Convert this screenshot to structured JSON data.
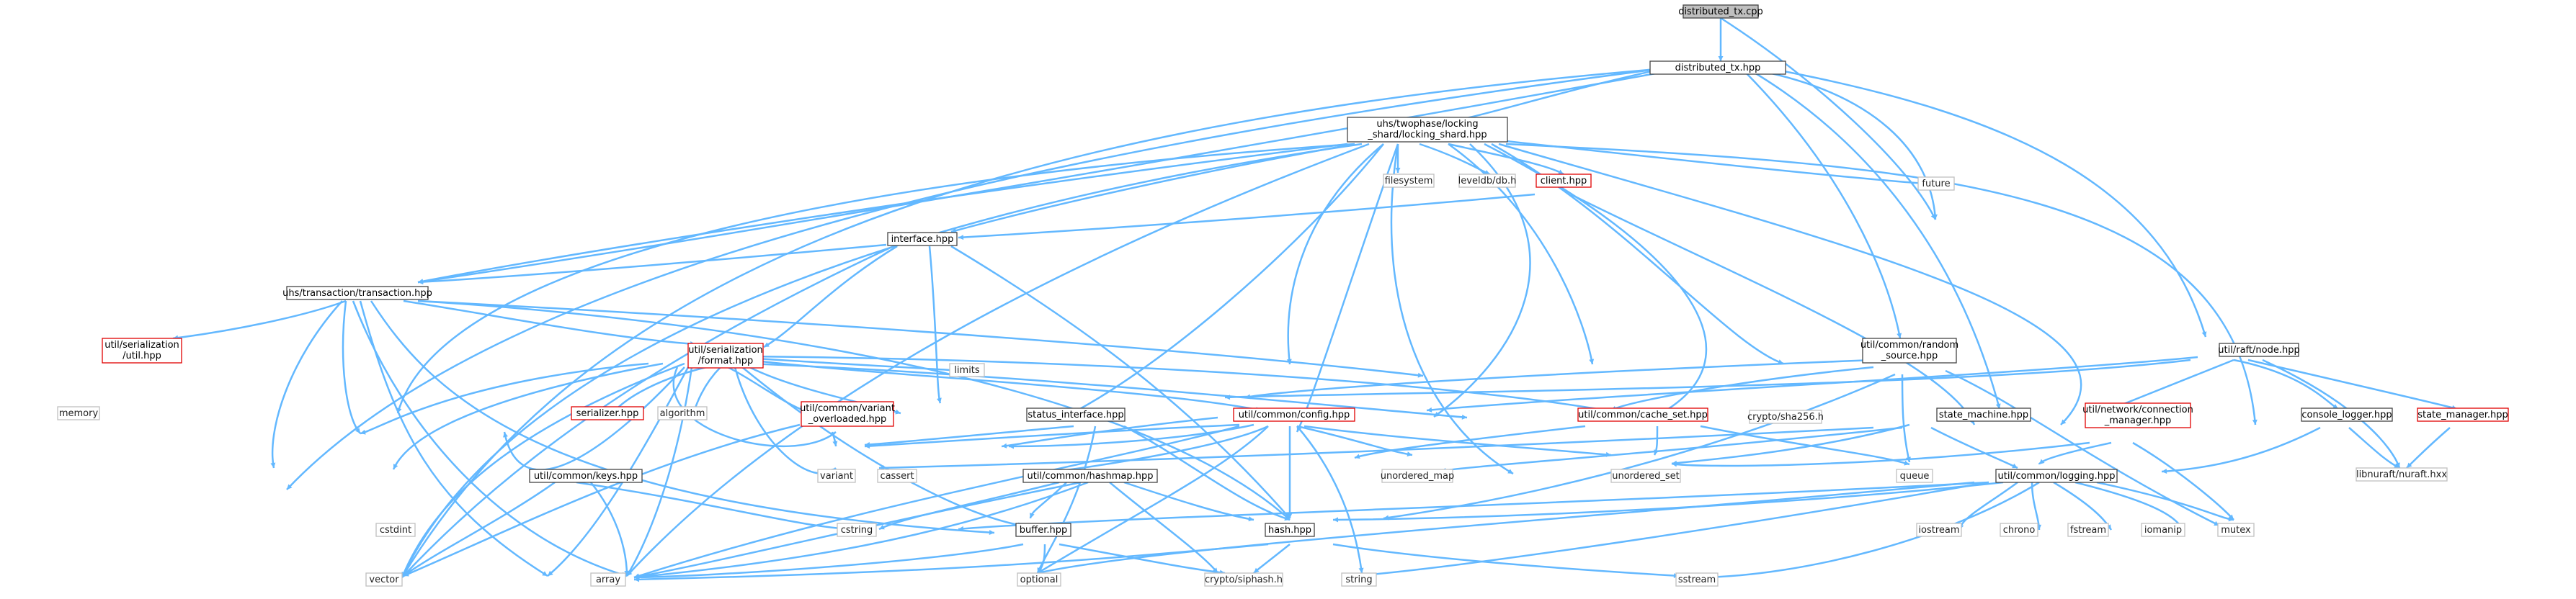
{
  "diagram": {
    "type": "include-dependency-graph",
    "colors": {
      "edge": "#63b8ff",
      "root_fill": "#bfbfbf",
      "local_border": "#444444",
      "documented_missing_border": "#e00000",
      "system_border": "#bfbfbf"
    },
    "nodes": {
      "distributed_tx_cpp": "distributed_tx.cpp",
      "distributed_tx_hpp": "distributed_tx.hpp",
      "locking_shard_1": "uhs/twophase/locking",
      "locking_shard_2": "_shard/locking_shard.hpp",
      "filesystem": "filesystem",
      "leveldb": "leveldb/db.h",
      "client_hpp": "client.hpp",
      "future": "future",
      "interface_hpp": "interface.hpp",
      "transaction_hpp": "uhs/transaction/transaction.hpp",
      "ser_util_1": "util/serialization",
      "ser_util_2": "/util.hpp",
      "memory": "memory",
      "ser_format_1": "util/serialization",
      "ser_format_2": "/format.hpp",
      "serializer_hpp": "serializer.hpp",
      "algorithm": "algorithm",
      "variant_overloaded_1": "util/common/variant",
      "variant_overloaded_2": "_overloaded.hpp",
      "limits": "limits",
      "status_interface_hpp": "status_interface.hpp",
      "config_hpp": "util/common/config.hpp",
      "random_source_1": "util/common/random",
      "random_source_2": "_source.hpp",
      "cache_set_hpp": "util/common/cache_set.hpp",
      "sha256": "crypto/sha256.h",
      "state_machine_hpp": "state_machine.hpp",
      "raft_node_hpp": "util/raft/node.hpp",
      "connection_manager_1": "util/network/connection",
      "connection_manager_2": "_manager.hpp",
      "console_logger_hpp": "console_logger.hpp",
      "state_manager_hpp": "state_manager.hpp",
      "nuraft_hxx": "libnuraft/nuraft.hxx",
      "variant": "variant",
      "cassert": "cassert",
      "keys_hpp": "util/common/keys.hpp",
      "hashmap_hpp": "util/common/hashmap.hpp",
      "unordered_map": "unordered_map",
      "unordered_set": "unordered_set",
      "queue": "queue",
      "logging_hpp": "util/common/logging.hpp",
      "cstdint": "cstdint",
      "cstring": "cstring",
      "buffer_hpp": "buffer.hpp",
      "hash_hpp": "hash.hpp",
      "iostream": "iostream",
      "chrono": "chrono",
      "fstream": "fstream",
      "iomanip": "iomanip",
      "mutex": "mutex",
      "vector": "vector",
      "array": "array",
      "optional": "optional",
      "siphash": "crypto/siphash.h",
      "string": "string",
      "sstream": "sstream"
    }
  }
}
